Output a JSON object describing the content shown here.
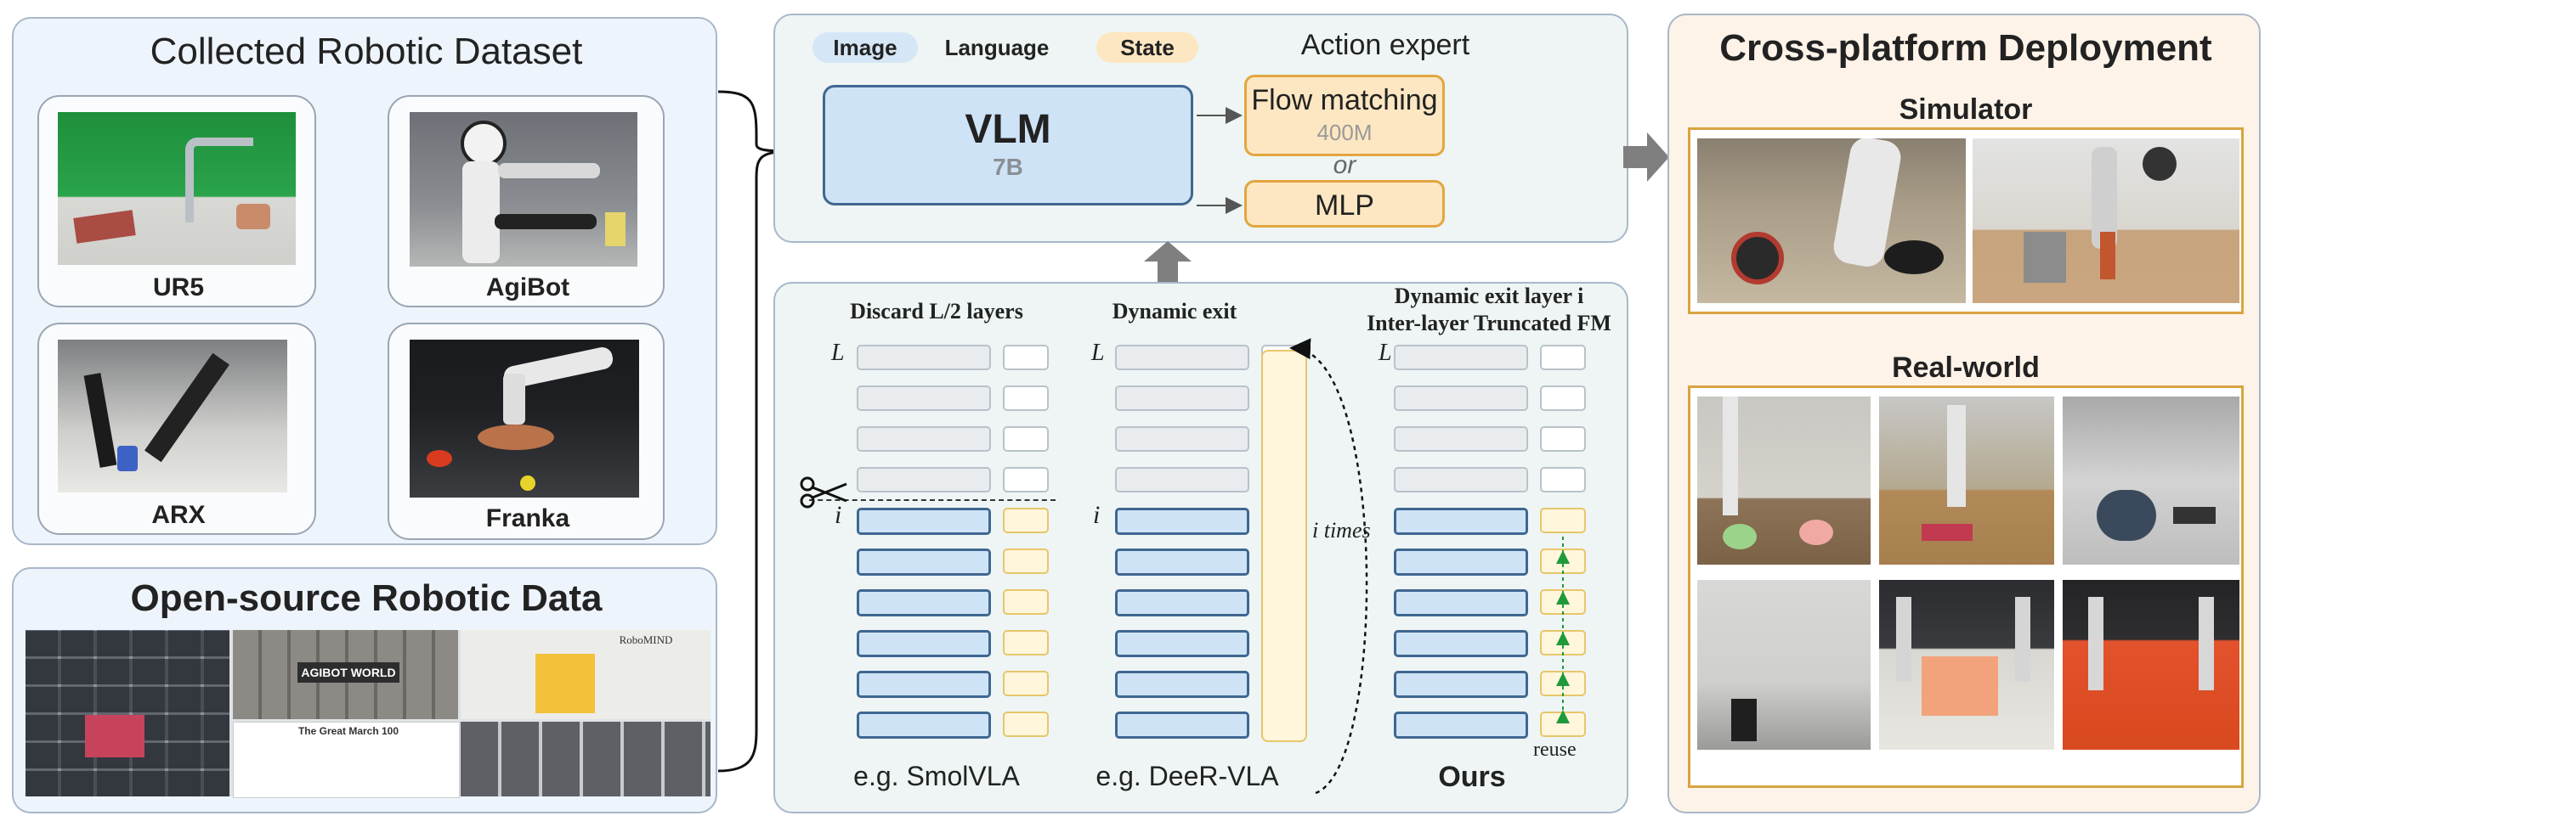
{
  "left_top": {
    "title": "Collected Robotic Dataset",
    "robots": [
      "UR5",
      "AgiBot",
      "ARX",
      "Franka"
    ]
  },
  "left_bottom": {
    "title": "Open-source Robotic Data",
    "collage_texts": [
      "AGIBOT WORLD",
      "RoboMIND",
      "The Great March 100"
    ]
  },
  "vlm": {
    "tags": [
      "Image",
      "Language",
      "State"
    ],
    "action_expert_label": "Action expert",
    "vlm_label": "VLM",
    "vlm_size": "7B",
    "flow_label": "Flow matching",
    "flow_size": "400M",
    "or_label": "or",
    "mlp_label": "MLP"
  },
  "methods": {
    "col1_title": "Discard L/2 layers",
    "col2_title": "Dynamic exit",
    "col3_title_1": "Dynamic exit layer i",
    "col3_title_2": "Inter-layer Truncated FM",
    "L": "L",
    "i": "i",
    "i_times": "i times",
    "reuse": "reuse",
    "ex1": "e.g. SmolVLA",
    "ex2": "e.g. DeeR-VLA",
    "ours": "Ours"
  },
  "right": {
    "title": "Cross-platform Deployment",
    "sim_label": "Simulator",
    "real_label": "Real-world"
  },
  "colors": {
    "panel_bg": "#eef4fb",
    "mid_bg": "#eef5f4",
    "right_bg": "#fdf3e8",
    "blue": "#cfe3f6",
    "blue_border": "#3f6791",
    "orange": "#fde7c2",
    "orange_border": "#e2a640",
    "gold_border": "#d8a441",
    "gray_arrow": "#7f7f7f"
  }
}
